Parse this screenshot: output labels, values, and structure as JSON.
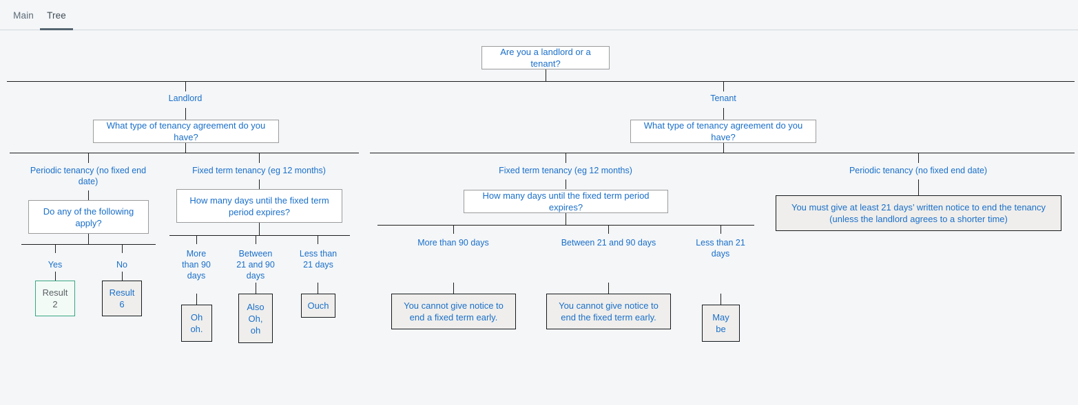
{
  "tabs": [
    {
      "id": "main",
      "label": "Main",
      "active": false
    },
    {
      "id": "tree",
      "label": "Tree",
      "active": true
    }
  ],
  "tree": {
    "root": {
      "label": "Are you a landlord or a tenant?"
    },
    "branches": {
      "landlord": {
        "edge_label": "Landlord",
        "question": "What type of tenancy agreement do you have?",
        "options": {
          "periodic": {
            "edge_label": "Periodic tenancy (no fixed end date)",
            "question": "Do any of the following apply?",
            "answers": [
              {
                "edge_label": "Yes",
                "result": "Result 2"
              },
              {
                "edge_label": "No",
                "result": "Result 6"
              }
            ]
          },
          "fixed": {
            "edge_label": "Fixed term tenancy (eg 12 months)",
            "question": "How many days until the fixed term period expires?",
            "answers": [
              {
                "edge_label": "More than 90 days",
                "result": "Oh oh."
              },
              {
                "edge_label": "Between 21 and 90 days",
                "result": "Also Oh, oh"
              },
              {
                "edge_label": "Less than 21 days",
                "result": "Ouch"
              }
            ]
          }
        }
      },
      "tenant": {
        "edge_label": "Tenant",
        "question": "What type of tenancy agreement do you have?",
        "options": {
          "fixed": {
            "edge_label": "Fixed term tenancy (eg 12 months)",
            "question": "How many days until the fixed term period expires?",
            "answers": [
              {
                "edge_label": "More than 90 days",
                "result": "You cannot give notice to end a fixed term early."
              },
              {
                "edge_label": "Between 21 and 90 days",
                "result": "You cannot give notice to end the fixed term early."
              },
              {
                "edge_label": "Less than 21 days",
                "result": "May be"
              }
            ]
          },
          "periodic": {
            "edge_label": "Periodic tenancy (no fixed end date)",
            "result": "You must give at least 21 days’ written notice to end the tenancy (unless the landlord agrees to a shorter time)"
          }
        }
      }
    }
  },
  "colors": {
    "background": "#f4f6f8",
    "node_text": "#1a6fc9",
    "node_border": "#9b9b9b",
    "result_border": "#14181b",
    "result_fill": "#efeeec",
    "green_border": "#37a680",
    "green_fill": "#f3fbf7",
    "tab_active": "#556570",
    "connector": "#1c1c1c"
  }
}
